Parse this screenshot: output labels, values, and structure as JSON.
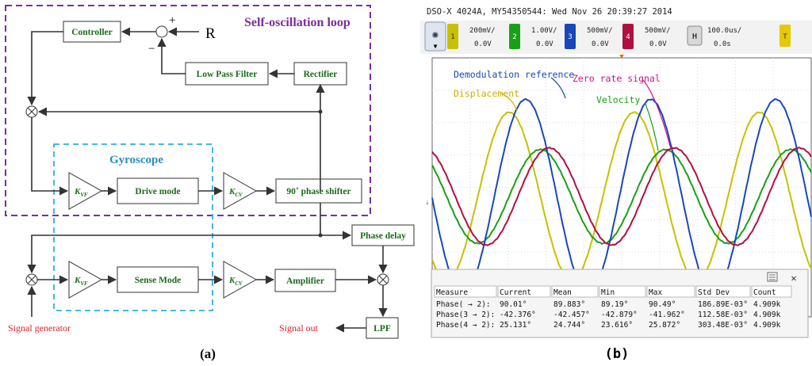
{
  "diagram": {
    "loop_title": "Self-oscillation loop",
    "gyro_title": "Gyroscope",
    "R": "R",
    "plus": "+",
    "minus": "−",
    "controller": "Controller",
    "low_pass_filter": "Low Pass Filter",
    "rectifier": "Rectifier",
    "kvf": "K",
    "kvf_sub": "VF",
    "kcv": "K",
    "kcv_sub": "CV",
    "drive_mode": "Drive mode",
    "phase_shifter": "90˚ phase shifter",
    "phase_delay": "Phase delay",
    "sense_mode": "Sense Mode",
    "amplifier": "Amplifier",
    "lpf": "LPF",
    "signal_generator": "Signal generator",
    "signal_out": "Signal out",
    "caption_a": "(a)"
  },
  "scope": {
    "header": "DSO-X 4024A, MY54350544: Wed Nov 26 20:39:27 2014",
    "channels": [
      {
        "num": "1",
        "volts": "200mV/",
        "offset": "0.0V",
        "color": "#c8c000"
      },
      {
        "num": "2",
        "volts": "1.00V/",
        "offset": "0.0V",
        "color": "#18a018"
      },
      {
        "num": "3",
        "volts": "500mV/",
        "offset": "0.0V",
        "color": "#1848b8"
      },
      {
        "num": "4",
        "volts": "500mV/",
        "offset": "0.0V",
        "color": "#b01040"
      }
    ],
    "h_label": "H",
    "time": "100.0us/",
    "time_offset": "0.0s",
    "t_label": "T",
    "annotations": {
      "demod": "Demodulation reference",
      "displacement": "Displacement",
      "zero_rate": "Zero rate signal",
      "velocity": "Velocity"
    },
    "table": {
      "headers": [
        "Measure",
        "Current",
        "Mean",
        "Min",
        "Max",
        "Std Dev",
        "Count"
      ],
      "rows": [
        [
          "Phase(  → 2):",
          "90.01°",
          "89.883°",
          "89.19°",
          "90.49°",
          "186.89E-03°",
          "4.909k"
        ],
        [
          "Phase(3 → 2):",
          "-42.376°",
          "-42.457°",
          "-42.879°",
          "-41.962°",
          "112.58E-03°",
          "4.909k"
        ],
        [
          "Phase(4 → 2):",
          "25.131°",
          "24.744°",
          "23.616°",
          "25.872°",
          "303.48E-03°",
          "4.909k"
        ]
      ]
    },
    "caption_b": "(b)"
  },
  "chart_data": {
    "type": "line",
    "title": "",
    "xlabel": "",
    "ylabel": "",
    "x_unit": "divisions",
    "series": [
      {
        "name": "Displacement",
        "channel": 1,
        "color": "#c8c000",
        "amplitude_div": 2.6,
        "phase_deg": 0
      },
      {
        "name": "Velocity",
        "channel": 2,
        "color": "#18a018",
        "amplitude_div": 1.45,
        "phase_deg": 90.01
      },
      {
        "name": "Demodulation reference",
        "channel": 3,
        "color": "#1848b8",
        "amplitude_div": 3.0,
        "phase_deg": 47.6
      },
      {
        "name": "Zero rate signal",
        "channel": 4,
        "color": "#b01040",
        "amplitude_div": 1.5,
        "phase_deg": 115.1
      }
    ],
    "period_div": 3.3,
    "grid": true
  }
}
